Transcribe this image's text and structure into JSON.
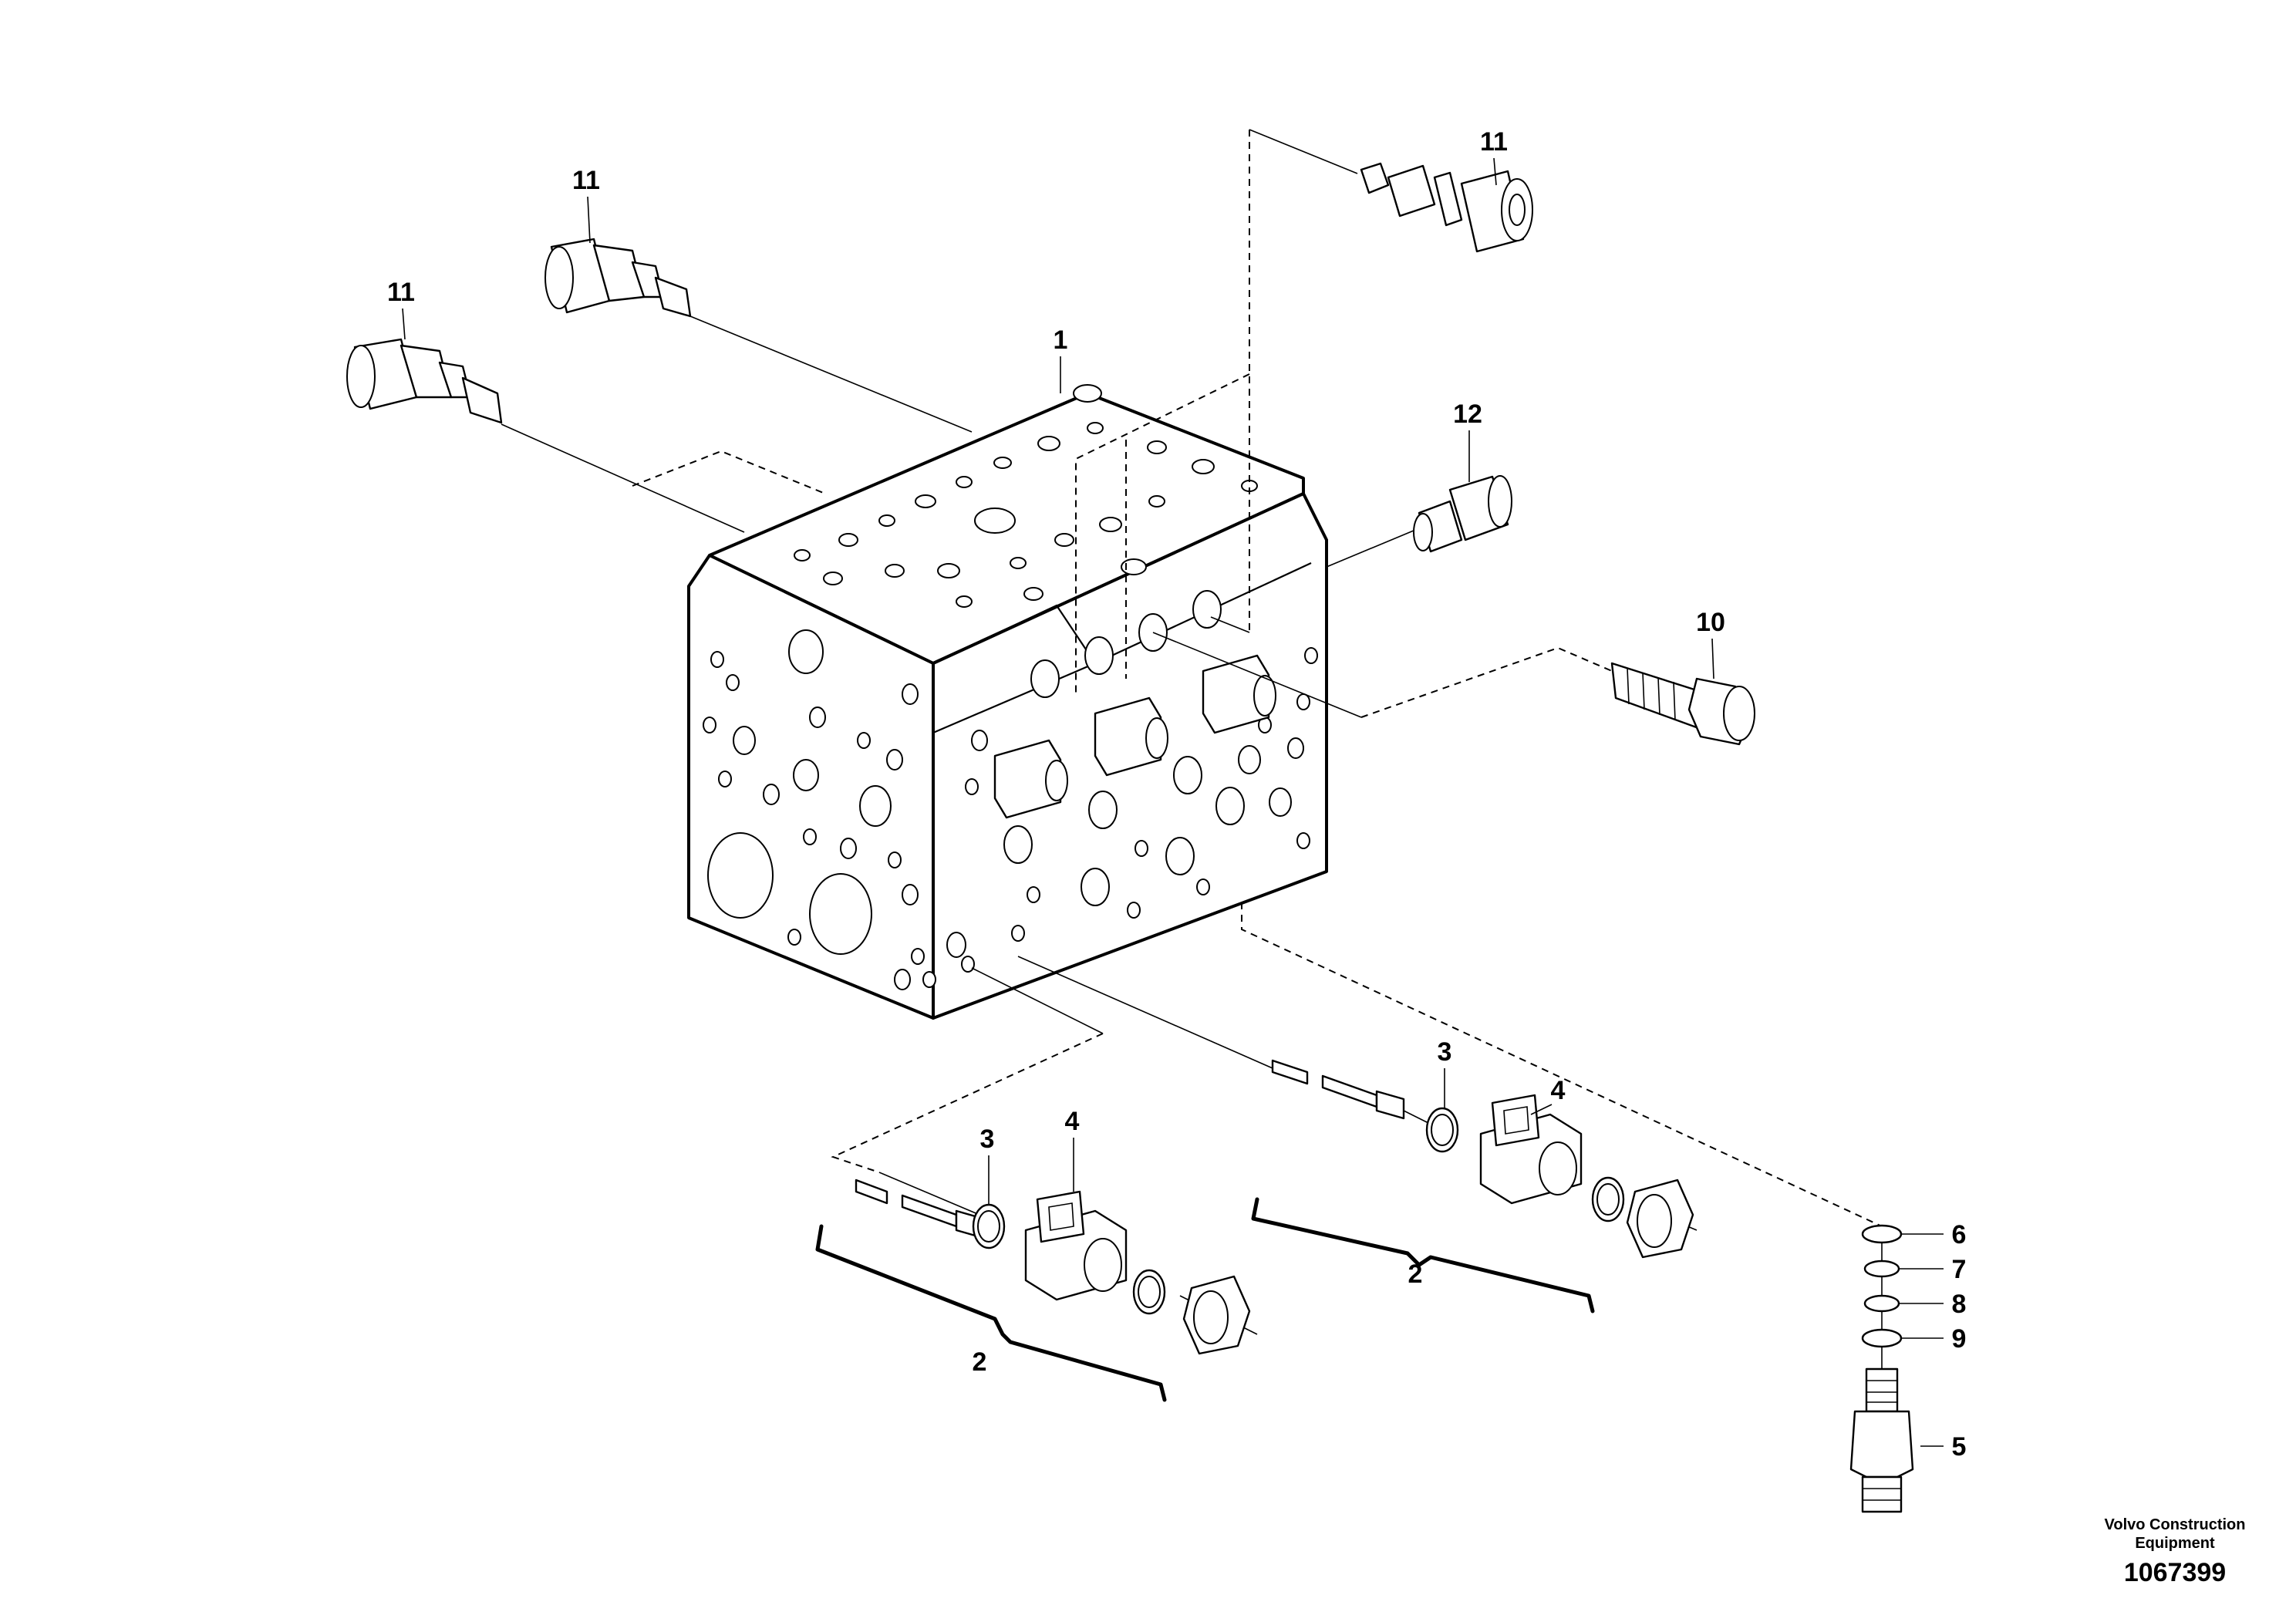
{
  "diagram": {
    "callouts": {
      "main_block": "1",
      "solenoid_assembly_left": "2",
      "solenoid_assembly_right": "2",
      "o_ring_left": "3",
      "o_ring_right": "3",
      "coil_left": "4",
      "coil_right": "4",
      "valve_cartridge": "5",
      "seal_6": "6",
      "seal_7": "7",
      "seal_8": "8",
      "seal_9": "9",
      "plug_bolt": "10",
      "relief_valve_top_right": "11",
      "relief_valve_top_left": "11",
      "relief_valve_left": "11",
      "plug_12": "12"
    }
  },
  "footer": {
    "company_line1": "Volvo Construction",
    "company_line2": "Equipment",
    "drawing_number": "1067399"
  }
}
